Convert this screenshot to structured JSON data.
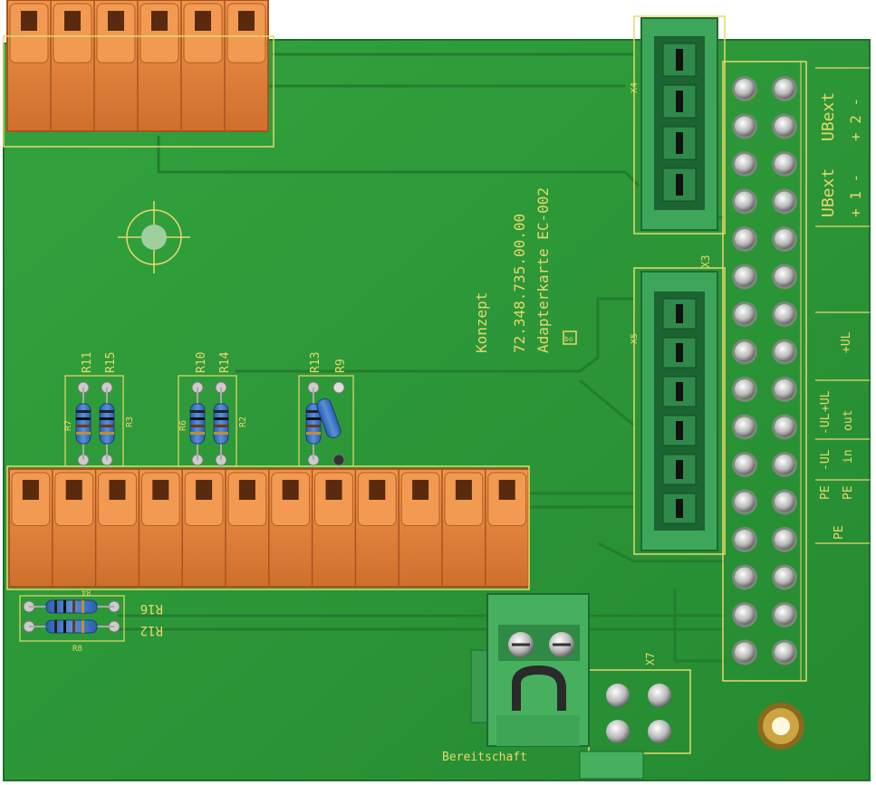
{
  "board": {
    "title_lines": [
      "Konzept",
      "72.348.735.00.00",
      "Adapterkarte EC-002"
    ],
    "logo_mark": "bo",
    "bereitschaft": "Bereitschaft"
  },
  "connectors": {
    "x3": "X3",
    "x4": "X4",
    "x5": "X5",
    "x7": "X7"
  },
  "resistors": {
    "r11": "R11",
    "r15": "R15",
    "r10": "R10",
    "r14": "R14",
    "r13": "R13",
    "r9": "R9",
    "r7": "R7",
    "r3": "R3",
    "r6": "R6",
    "r2": "R2",
    "r16": "R16",
    "r12": "R12",
    "r4": "R4",
    "r8": "R8"
  },
  "side_labels": {
    "ubext2": "UBext",
    "ubext2_pol": "+ 2 -",
    "ubext1": "UBext",
    "ubext1_pol": "+ 1 -",
    "plus_ul": "+UL",
    "plus_ul_out": "+UL",
    "minus_ul_out": "-UL",
    "out": "out",
    "minus_ul_in": "-UL",
    "in": "in",
    "pe_a": "PE",
    "pe_b": "PE",
    "pe_c": "PE"
  },
  "colors": {
    "pcb_green": "#2f9a3a",
    "pcb_dark": "#1f7a2a",
    "silkscreen": "#e8d86a",
    "terminal_orange": "#e07f3a",
    "header_green": "#3aa55a"
  }
}
